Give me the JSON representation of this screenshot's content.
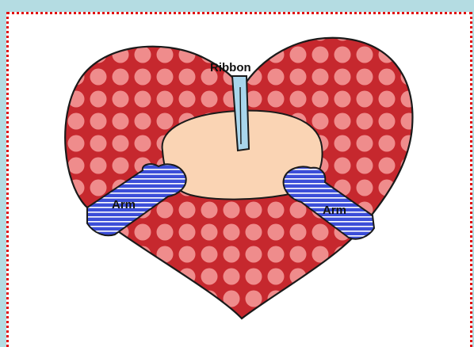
{
  "labels": {
    "ribbon": "Ribbon",
    "arm_left": "Arm",
    "arm_right": "Arm"
  },
  "colors": {
    "background": "#b4dce2",
    "border_dots": "#e01010",
    "heart_fill": "#c6282e",
    "polka_dot": "#ef8c8c",
    "pillow": "#fad4b4",
    "ribbon": "#a9d6ec",
    "arm_fill": "#3c4ed8",
    "arm_stripe": "#ffffff"
  }
}
